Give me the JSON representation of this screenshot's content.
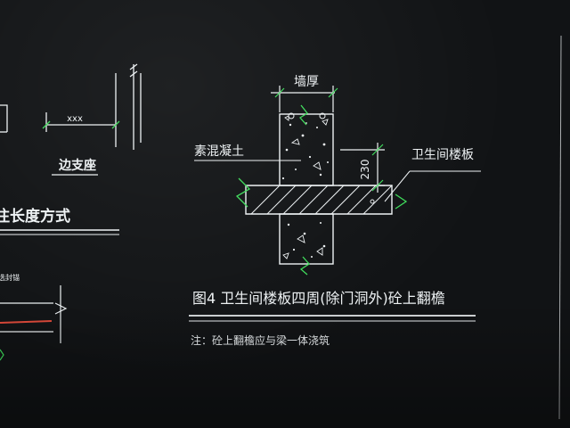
{
  "drawing": {
    "wall_thickness_label": "墙厚",
    "concrete_label": "素混凝土",
    "height_dim": "230",
    "slab_label": "卫生间楼板",
    "figure_title": "图4   卫生间楼板四周(除门洞外)砼上翻檐",
    "note": "注：砼上翻檐应与梁一体浇筑"
  },
  "fragments": {
    "xxx_dim": "xxx",
    "edge_support": "边支座",
    "length_method": "注长度方式",
    "small_label": "选封锚"
  },
  "colors": {
    "background": "#111315",
    "line": "#eef2f4",
    "accent": "#3ddc5a",
    "rebar": "#e04a3a"
  }
}
